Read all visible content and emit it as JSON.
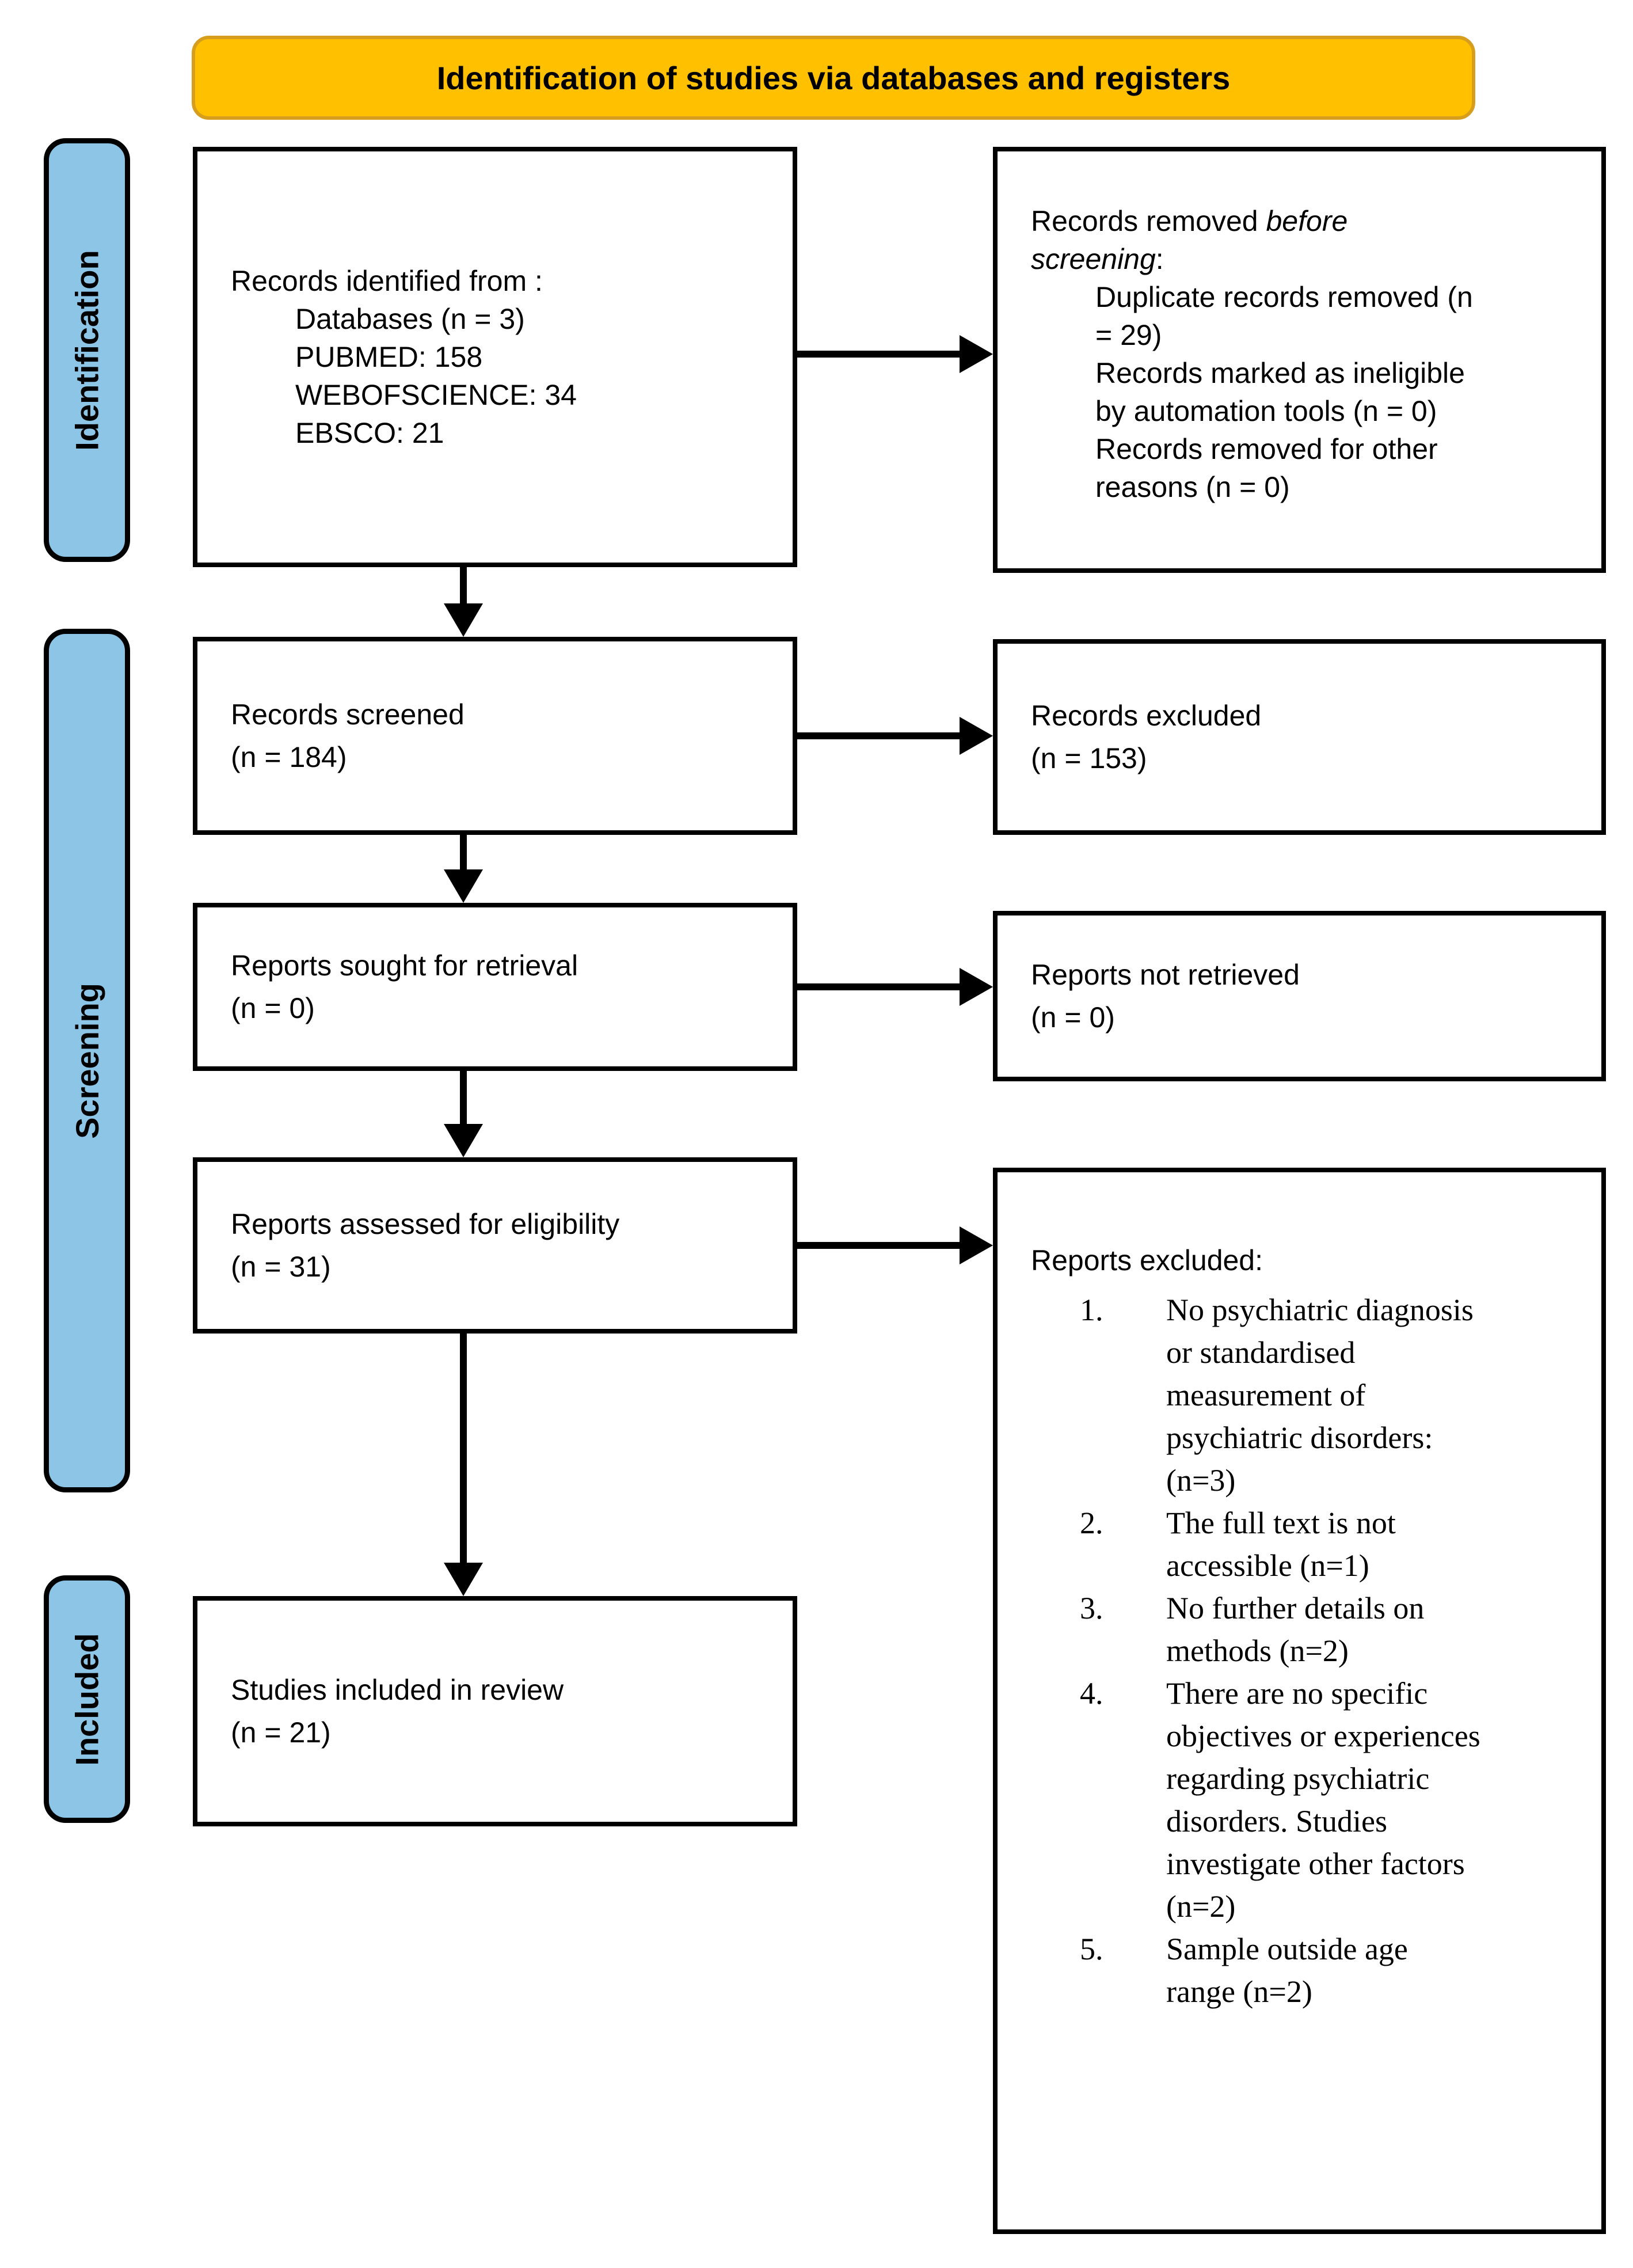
{
  "colors": {
    "header_bg": "#FFC000",
    "header_border": "#D79E1E",
    "sidebar_bg": "#8CC5E6",
    "line": "#000000"
  },
  "header": {
    "title": "Identification of studies via databases and registers"
  },
  "sidebar": {
    "identification": "Identification",
    "screening": "Screening",
    "included": "Included"
  },
  "boxes": {
    "records_identified": {
      "intro": "Records identified from :",
      "lines": [
        "Databases (n = 3)",
        "PUBMED: 158",
        "WEBOFSCIENCE: 34",
        "EBSCO: 21"
      ]
    },
    "records_removed": {
      "intro_prefix": "Records removed ",
      "intro_italic_line1": "before",
      "intro_italic_line2": "screening",
      "intro_suffix": ":",
      "items": [
        "Duplicate records removed (n\n= 29)",
        "Records marked as ineligible\nby automation tools (n = 0)",
        "Records removed for other\nreasons (n = 0)"
      ]
    },
    "records_screened": {
      "text": "Records screened\n(n = 184)"
    },
    "records_excluded": {
      "text": "Records excluded\n(n = 153)"
    },
    "reports_sought": {
      "text": "Reports sought for retrieval\n(n = 0)"
    },
    "reports_not_retrieved": {
      "text": "Reports not retrieved\n(n = 0)"
    },
    "reports_assessed": {
      "text": "Reports assessed for eligibility\n(n = 31)"
    },
    "reports_excluded": {
      "title": "Reports excluded:",
      "numbers": [
        "1.",
        "2.",
        "3.",
        "4.",
        "5."
      ],
      "items": [
        "No psychiatric diagnosis\nor standardised\nmeasurement of\npsychiatric disorders:\n(n=3)",
        "The full text is not\naccessible (n=1)",
        "No further details on\nmethods (n=2)",
        "There are no specific\nobjectives or experiences\nregarding psychiatric\ndisorders. Studies\ninvestigate other factors\n(n=2)",
        "Sample outside age\nrange (n=2)"
      ]
    },
    "studies_included": {
      "text": "Studies included in review\n(n = 21)"
    }
  }
}
